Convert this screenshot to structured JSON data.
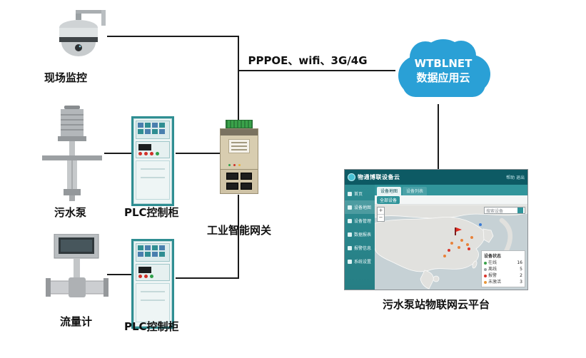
{
  "labels": {
    "camera": "现场监控",
    "pump": "污水泵",
    "plc_top": "PLC控制柜",
    "flowmeter": "流量计",
    "plc_bottom": "PLC控制柜",
    "gateway": "工业智能网关",
    "link": "PPPOE、wifi、3G/4G",
    "platform_caption": "污水泵站物联网云平台"
  },
  "cloud": {
    "line1": "WTBLNET",
    "line2": "数据应用云"
  },
  "platform": {
    "header": {
      "title": "物通博联设备云",
      "right": "帮助  退出"
    },
    "tabs": [
      "设备地图",
      "设备列表"
    ],
    "toolbar_pill": "全部设备",
    "sidebar": {
      "items": [
        {
          "label": "首页"
        },
        {
          "label": "设备地图"
        },
        {
          "label": "设备管理"
        },
        {
          "label": "数据报表"
        },
        {
          "label": "报警信息"
        },
        {
          "label": "系统设置"
        }
      ]
    },
    "map": {
      "search_placeholder": "搜索设备",
      "zoom_in": "+",
      "zoom_out": "−"
    },
    "legend": {
      "title": "设备状态",
      "items": [
        {
          "label": "在线",
          "count": "16"
        },
        {
          "label": "离线",
          "count": "5"
        },
        {
          "label": "报警",
          "count": "2"
        },
        {
          "label": "未激活",
          "count": "3"
        }
      ]
    }
  },
  "colors": {
    "cloud_blue": "#2aa0d6",
    "cabinet_teal": "#2f8e92",
    "header_teal": "#0d5a64",
    "marker_orange": "#e8823a",
    "marker_red": "#d9352b",
    "flag_red": "#e02b20"
  }
}
